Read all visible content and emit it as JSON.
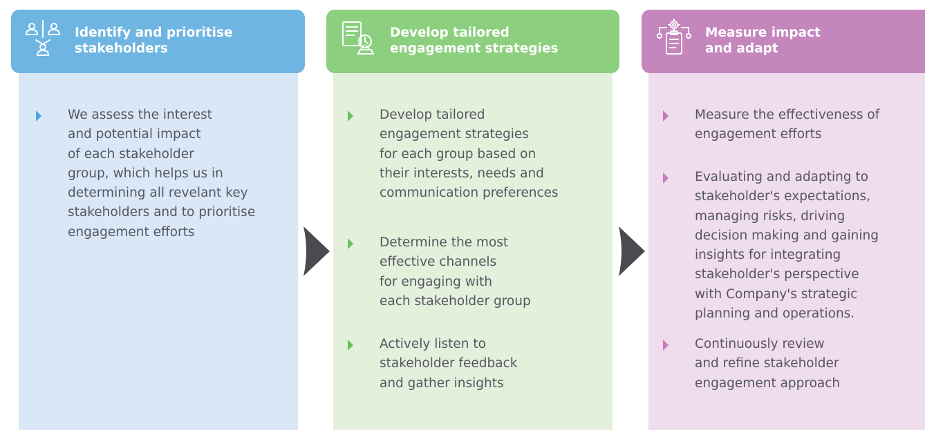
{
  "colors": {
    "blue_header": "#6eb5e2",
    "blue_panel": "#d9e7f6",
    "blue_bullet": "#4aa3e0",
    "green_header": "#8ccf7e",
    "green_panel": "#e2f0dc",
    "green_bullet": "#6cc05a",
    "purple_header": "#c585bd",
    "purple_panel": "#efdcec",
    "purple_bullet": "#c57bbd",
    "arrow": "#4a4a4f",
    "text": "#565660"
  },
  "steps": [
    {
      "title": "Identify and prioritise\nstakeholders",
      "icon": "stakeholders-icon",
      "items": [
        "We assess the interest\nand potential impact\nof each stakeholder\ngroup, which helps us in\ndetermining all revelant key\nstakeholders and to prioritise\nengagement efforts"
      ]
    },
    {
      "title": "Develop tailored\nengagement strategies",
      "icon": "strategy-document-icon",
      "items": [
        "Develop tailored\nengagement strategies\nfor each group based on\ntheir interests, needs and\ncommunication preferences",
        "Determine the most\neffective channels\nfor engaging with\neach stakeholder group",
        "Actively listen to\nstakeholder feedback\nand gather insights"
      ]
    },
    {
      "title": "Measure impact\nand adapt",
      "icon": "clipboard-gear-icon",
      "items": [
        "Measure the effectiveness of\nengagement efforts",
        "Evaluating and adapting to\nstakeholder's expectations,\nmanaging risks, driving\ndecision making and gaining\ninsights for integrating\nstakeholder's perspective\nwith Company's strategic\nplanning and operations.",
        "Continuously review\nand refine stakeholder\nengagement approach"
      ]
    }
  ]
}
